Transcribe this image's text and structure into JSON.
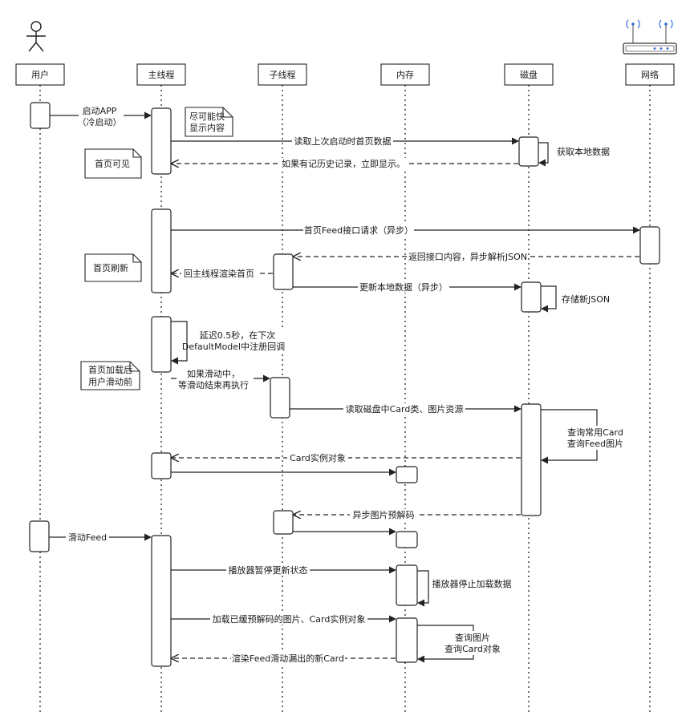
{
  "participants": {
    "user": "用户",
    "main": "主线程",
    "sub": "子线程",
    "mem": "内存",
    "disk": "磁盘",
    "net": "网络"
  },
  "messages": {
    "start_app_1": "启动APP",
    "start_app_2": "（冷启动）",
    "read_last": "读取上次启动时首页数据",
    "get_local": "获取本地数据",
    "show_history": "如果有记历史记录，立即显示。",
    "feed_request": "首页Feed接口请求（异步）",
    "return_json": "返回接口内容，异步解析JSON",
    "back_render": "回主线程渲染首页",
    "update_local": "更新本地数据（异步）",
    "store_json": "存储新JSON",
    "delay_1": "延迟0.5秒，在下次",
    "delay_2": "DefaultModel中注册回调",
    "if_scroll_1": "如果滑动中，",
    "if_scroll_2": "等滑动结束再执行",
    "read_disk": "读取磁盘中Card类、图片资源",
    "query_1": "查询常用Card",
    "query_2": "查询Feed图片",
    "card_obj": "Card实例对象",
    "async_decode": "异步图片预解码",
    "scroll_feed": "滑动Feed",
    "pause_player": "播放器暂停更新状态",
    "stop_loading": "播放器停止加载数据",
    "load_cached": "加载已缓预解码的图片、Card实例对象",
    "query_img": "查询图片",
    "query_card": "查询Card对象",
    "render_new": "渲染Feed滑动漏出的新Card"
  },
  "notes": {
    "fast_1": "尽可能快",
    "fast_2": "显示内容",
    "visible": "首页可见",
    "refresh": "首页刷新",
    "after_1": "首页加载后",
    "after_2": "用户滑动前"
  }
}
